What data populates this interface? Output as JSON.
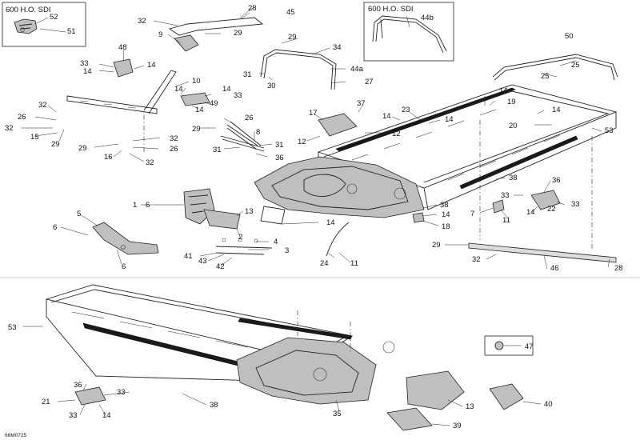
{
  "diagram": {
    "inset_box_labels": [
      "600 H.O. SDI",
      "600 H.O. SDI"
    ],
    "code": "66M0725",
    "callouts": [
      {
        "label": "52"
      },
      {
        "label": "51"
      },
      {
        "label": "32"
      },
      {
        "label": "28"
      },
      {
        "label": "45"
      },
      {
        "label": "9"
      },
      {
        "label": "29"
      },
      {
        "label": "29"
      },
      {
        "label": "34"
      },
      {
        "label": "44a"
      },
      {
        "label": "31"
      },
      {
        "label": "30"
      },
      {
        "label": "27"
      },
      {
        "label": "44b"
      },
      {
        "label": "50"
      },
      {
        "label": "25"
      },
      {
        "label": "25"
      },
      {
        "label": "48"
      },
      {
        "label": "33"
      },
      {
        "label": "14"
      },
      {
        "label": "14"
      },
      {
        "label": "10"
      },
      {
        "label": "14"
      },
      {
        "label": "14"
      },
      {
        "label": "33"
      },
      {
        "label": "49"
      },
      {
        "label": "14"
      },
      {
        "label": "32"
      },
      {
        "label": "26"
      },
      {
        "label": "32"
      },
      {
        "label": "15"
      },
      {
        "label": "29"
      },
      {
        "label": "37"
      },
      {
        "label": "17"
      },
      {
        "label": "14"
      },
      {
        "label": "23"
      },
      {
        "label": "14"
      },
      {
        "label": "12"
      },
      {
        "label": "12"
      },
      {
        "label": "14"
      },
      {
        "label": "19"
      },
      {
        "label": "14"
      },
      {
        "label": "20"
      },
      {
        "label": "53"
      },
      {
        "label": "26"
      },
      {
        "label": "29"
      },
      {
        "label": "8"
      },
      {
        "label": "31"
      },
      {
        "label": "31"
      },
      {
        "label": "36"
      },
      {
        "label": "29"
      },
      {
        "label": "32"
      },
      {
        "label": "26"
      },
      {
        "label": "16"
      },
      {
        "label": "32"
      },
      {
        "label": "1"
      },
      {
        "label": "6"
      },
      {
        "label": "5"
      },
      {
        "label": "13"
      },
      {
        "label": "6"
      },
      {
        "label": "38"
      },
      {
        "label": "36"
      },
      {
        "label": "33"
      },
      {
        "label": "22"
      },
      {
        "label": "33"
      },
      {
        "label": "14"
      },
      {
        "label": "38"
      },
      {
        "label": "7"
      },
      {
        "label": "14"
      },
      {
        "label": "11"
      },
      {
        "label": "18"
      },
      {
        "label": "14"
      },
      {
        "label": "2"
      },
      {
        "label": "4"
      },
      {
        "label": "3"
      },
      {
        "label": "41"
      },
      {
        "label": "43"
      },
      {
        "label": "42"
      },
      {
        "label": "6"
      },
      {
        "label": "24"
      },
      {
        "label": "11"
      },
      {
        "label": "29"
      },
      {
        "label": "32"
      },
      {
        "label": "46"
      },
      {
        "label": "28"
      },
      {
        "label": "53"
      },
      {
        "label": "47"
      },
      {
        "label": "36"
      },
      {
        "label": "21"
      },
      {
        "label": "33"
      },
      {
        "label": "33"
      },
      {
        "label": "14"
      },
      {
        "label": "38"
      },
      {
        "label": "35"
      },
      {
        "label": "13"
      },
      {
        "label": "40"
      },
      {
        "label": "39"
      }
    ]
  }
}
